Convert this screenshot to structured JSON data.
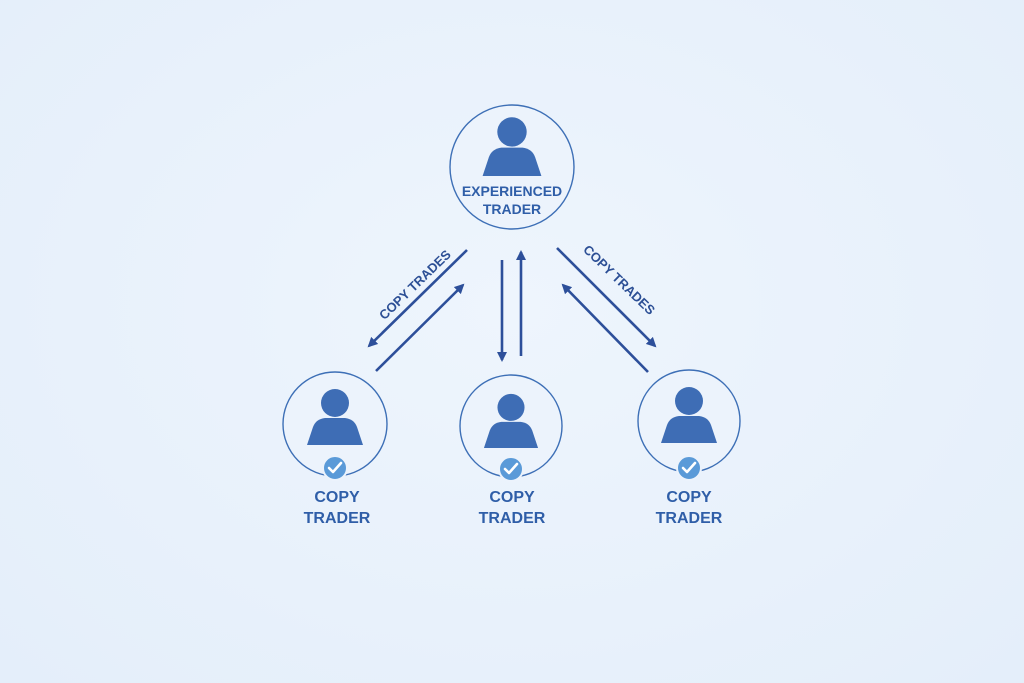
{
  "diagram": {
    "colors": {
      "background": "#eaf2fc",
      "circle_stroke": "#3d6fb6",
      "circle_fill": "#ecf3fc",
      "person_icon": "#3e6db5",
      "arrow": "#2d4f9a",
      "check_badge": "#5a9ad8",
      "label_text": "#2f5ea8"
    },
    "experienced_trader": {
      "label_line1": "EXPERIENCED",
      "label_line2": "TRADER",
      "icon": "person-icon"
    },
    "copy_traders": [
      {
        "label_line1": "COPY",
        "label_line2": "TRADER",
        "icon": "person-icon",
        "badge": "check-icon"
      },
      {
        "label_line1": "COPY",
        "label_line2": "TRADER",
        "icon": "person-icon",
        "badge": "check-icon"
      },
      {
        "label_line1": "COPY",
        "label_line2": "TRADER",
        "icon": "person-icon",
        "badge": "check-icon"
      }
    ],
    "edges": {
      "left_label": "COPY TRADES",
      "right_label": "COPY TRADES"
    }
  }
}
